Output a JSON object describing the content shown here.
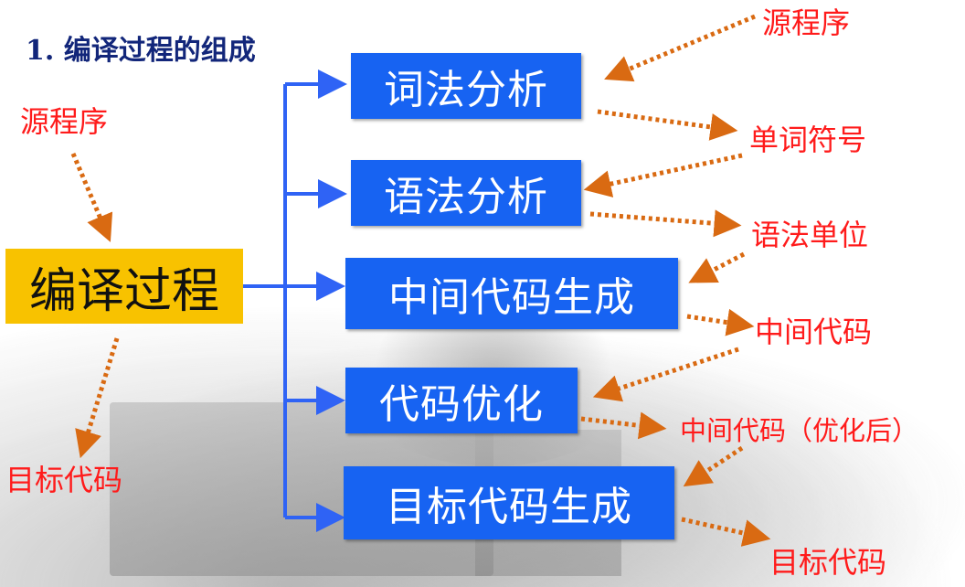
{
  "heading": "1. 编译过程的组成",
  "main_box": "编译过程",
  "left_labels": {
    "input": "源程序",
    "output": "目标代码"
  },
  "stages": [
    {
      "label": "词法分析"
    },
    {
      "label": "语法分析"
    },
    {
      "label": "中间代码生成"
    },
    {
      "label": "代码优化"
    },
    {
      "label": "目标代码生成"
    }
  ],
  "right_labels": [
    {
      "label": "源程序"
    },
    {
      "label": "单词符号"
    },
    {
      "label": "语法单位"
    },
    {
      "label": "中间代码"
    },
    {
      "label": "中间代码（优化后）"
    },
    {
      "label": "目标代码"
    }
  ],
  "colors": {
    "stage_fill": "#1763f2",
    "main_fill": "#f8c200",
    "arrow_blue": "#2f63f5",
    "arrow_orange": "#d96a12",
    "label_red": "#ff1b1b",
    "heading_navy": "#12267a"
  }
}
